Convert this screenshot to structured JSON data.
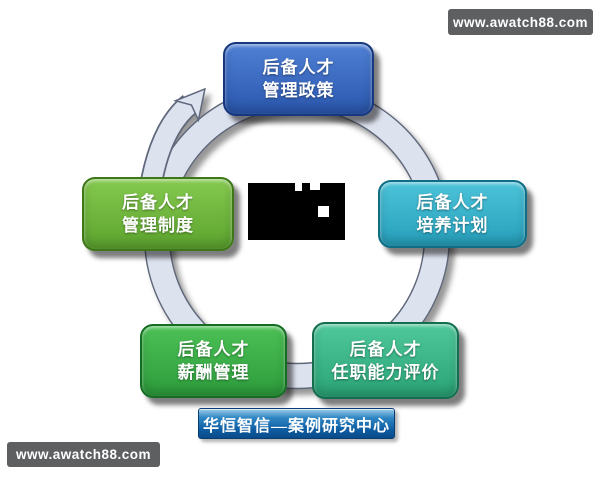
{
  "watermarks": {
    "top_right": "www.awatch88.com",
    "bottom_left": "www.awatch88.com"
  },
  "footer": {
    "label": "华恒智信—案例研究中心",
    "background_top": "#2f86c2",
    "background_bottom": "#0a4a88"
  },
  "cycle": {
    "direction": "clockwise",
    "arrow_icon": "clockwise-arrow-icon",
    "ring_color": "#dde2ef",
    "ring_edge_color": "#5f677b",
    "center_redacted": true,
    "nodes": [
      {
        "id": "policy",
        "position": "top",
        "line1": "后备人才",
        "line2": "管理政策",
        "color_top": "#4f80d4",
        "color_bottom": "#2a57ae",
        "border": "#17377e"
      },
      {
        "id": "training",
        "position": "right",
        "line1": "后备人才",
        "line2": "培养计划",
        "color_top": "#4cc3d8",
        "color_bottom": "#27a0bc",
        "border": "#0f6d85"
      },
      {
        "id": "competency",
        "position": "bottom-right",
        "line1": "后备人才",
        "line2": "任职能力评价",
        "color_top": "#4fc89c",
        "color_bottom": "#2aa376",
        "border": "#146e4e"
      },
      {
        "id": "compensation",
        "position": "bottom-left",
        "line1": "后备人才",
        "line2": "薪酬管理",
        "color_top": "#4cc055",
        "color_bottom": "#2d9c3c",
        "border": "#156d22"
      },
      {
        "id": "system",
        "position": "left",
        "line1": "后备人才",
        "line2": "管理制度",
        "color_top": "#85c94f",
        "color_bottom": "#5ca42e",
        "border": "#3e7718"
      }
    ]
  }
}
